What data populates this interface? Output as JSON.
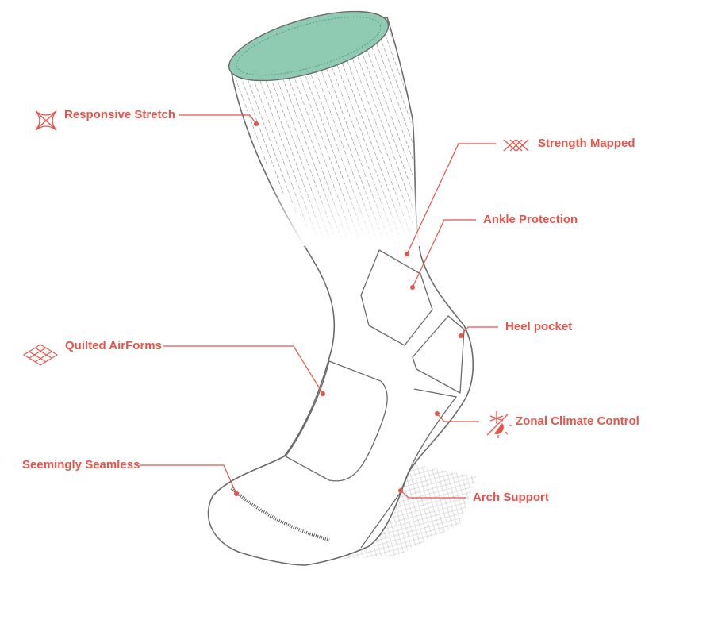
{
  "accent_color": "#e8534a",
  "cuff_color": "#8fcab3",
  "outline_color": "#6b6b6b",
  "features": [
    {
      "label": "Responsive Stretch",
      "icon": "stretch-arrows-icon"
    },
    {
      "label": "Strength Mapped",
      "icon": "braid-icon"
    },
    {
      "label": "Ankle Protection",
      "icon": ""
    },
    {
      "label": "Heel pocket",
      "icon": ""
    },
    {
      "label": "Quilted AirForms",
      "icon": "quilt-grid-icon"
    },
    {
      "label": "Zonal Climate Control",
      "icon": "snowflake-sun-icon"
    },
    {
      "label": "Seemingly Seamless",
      "icon": ""
    },
    {
      "label": "Arch Support",
      "icon": ""
    }
  ]
}
